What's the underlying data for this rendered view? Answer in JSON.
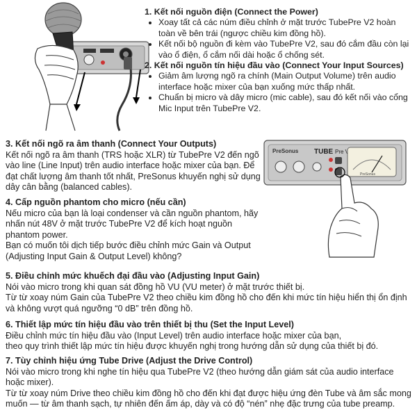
{
  "device": {
    "brand": "PreSonus",
    "model": "TUBE",
    "model_suffix": "Pre V2",
    "small_brand": "PreSonus"
  },
  "steps": {
    "s1": {
      "title": "1. Kết nối nguồn điện (Connect the Power)",
      "bullets": [
        "Xoay tất cả các núm điều chỉnh ở mặt trước TubePre V2 hoàn toàn về bên trái (ngược chiều kim đồng hồ).",
        "Kết nối bộ nguồn đi kèm vào TubePre V2, sau đó cắm đầu còn lại vào ổ điện, ổ cắm nối dài hoặc ổ chống sét."
      ]
    },
    "s2": {
      "title": "2. Kết nối nguồn tín hiệu đầu vào (Connect Your Input Sources)",
      "bullets": [
        "Giảm âm lượng ngõ ra chính (Main Output Volume) trên audio interface hoặc mixer của bạn xuống mức thấp nhất.",
        "Chuẩn bị micro và dây micro (mic cable), sau đó kết nối vào cổng Mic Input trên TubePre V2."
      ]
    },
    "s3": {
      "title": "3. Kết nối ngõ ra âm thanh (Connect Your Outputs)",
      "text": "Kết nối ngõ ra âm thanh (TRS hoặc XLR) từ TubePre V2 đến ngõ vào line (Line Input) trên audio interface hoặc mixer của bạn. Để đạt chất lượng âm thanh tốt nhất, PreSonus khuyến nghị sử dụng dây cân bằng (balanced cables)."
    },
    "s4": {
      "title": "4. Cấp nguồn phantom cho micro (nếu cần)",
      "text": "Nếu micro của bạn là loại condenser và cần nguồn phantom, hãy nhấn nút 48V ở mặt trước TubePre V2 để kích hoạt nguồn phantom power.",
      "text2": "Bạn có muốn tôi dịch tiếp bước điều chỉnh mức Gain và Output (Adjusting Input Gain & Output Level) không?"
    },
    "s5": {
      "title": "5. Điều chỉnh mức khuếch đại đầu vào (Adjusting Input Gain)",
      "text": "Nói vào micro trong khi quan sát đồng hồ VU (VU meter) ở mặt trước thiết bị.",
      "text2": "Từ từ xoay núm Gain của TubePre V2 theo chiều kim đồng hồ cho đến khi mức tín hiệu hiển thị ổn định và không vượt quá ngưỡng “0 dB” trên đồng hồ."
    },
    "s6": {
      "title": "6. Thiết lập mức tín hiệu đầu vào trên thiết bị thu (Set the Input Level)",
      "text": "Điều chỉnh mức tín hiệu đầu vào (Input Level) trên audio interface hoặc mixer của bạn,",
      "text2": " theo quy trình thiết lập mức tín hiệu được khuyến nghị trong hướng dẫn sử dụng của thiết bị đó."
    },
    "s7": {
      "title": "7. Tùy chỉnh hiệu ứng Tube Drive (Adjust the Drive Control)",
      "text": "Nói vào micro trong khi nghe tín hiệu qua TubePre V2 (theo hướng dẫn giám sát của audio interface hoặc mixer).",
      "text2": "Từ từ xoay núm Drive theo chiều kim đồng hồ cho đến khi đạt được hiệu ứng đèn Tube và âm sắc mong muốn — từ âm thanh sạch, tự nhiên đến ấm áp, dày và có độ “nén” nhẹ đặc trưng của tube preamp."
    }
  }
}
